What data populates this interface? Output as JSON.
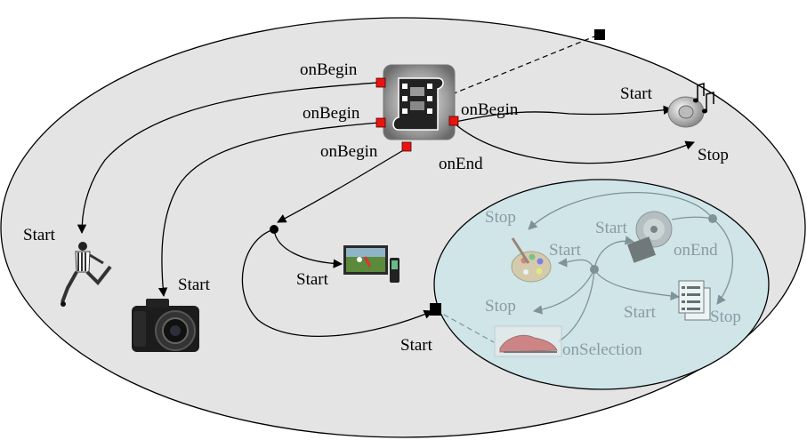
{
  "labels": {
    "on_begin": "onBegin",
    "on_end": "onEnd",
    "on_selection": "onSelection",
    "start": "Start",
    "stop": "Stop"
  },
  "icons": {
    "film": "film-reel-icon",
    "music": "music-speaker-icon",
    "soccer_player": "soccer-player-icon",
    "camera": "camera-icon",
    "tv": "tv-screen-icon",
    "palette": "paint-palette-icon",
    "cd": "cd-disc-icon",
    "document": "document-list-icon",
    "shoe": "soccer-shoe-icon"
  },
  "colors": {
    "outer_fill": "#e4e4e4",
    "inner_fill": "#cfe5e8",
    "port_red": "#e8140f",
    "node_black": "#000000",
    "inner_stroke": "#7f9298"
  }
}
